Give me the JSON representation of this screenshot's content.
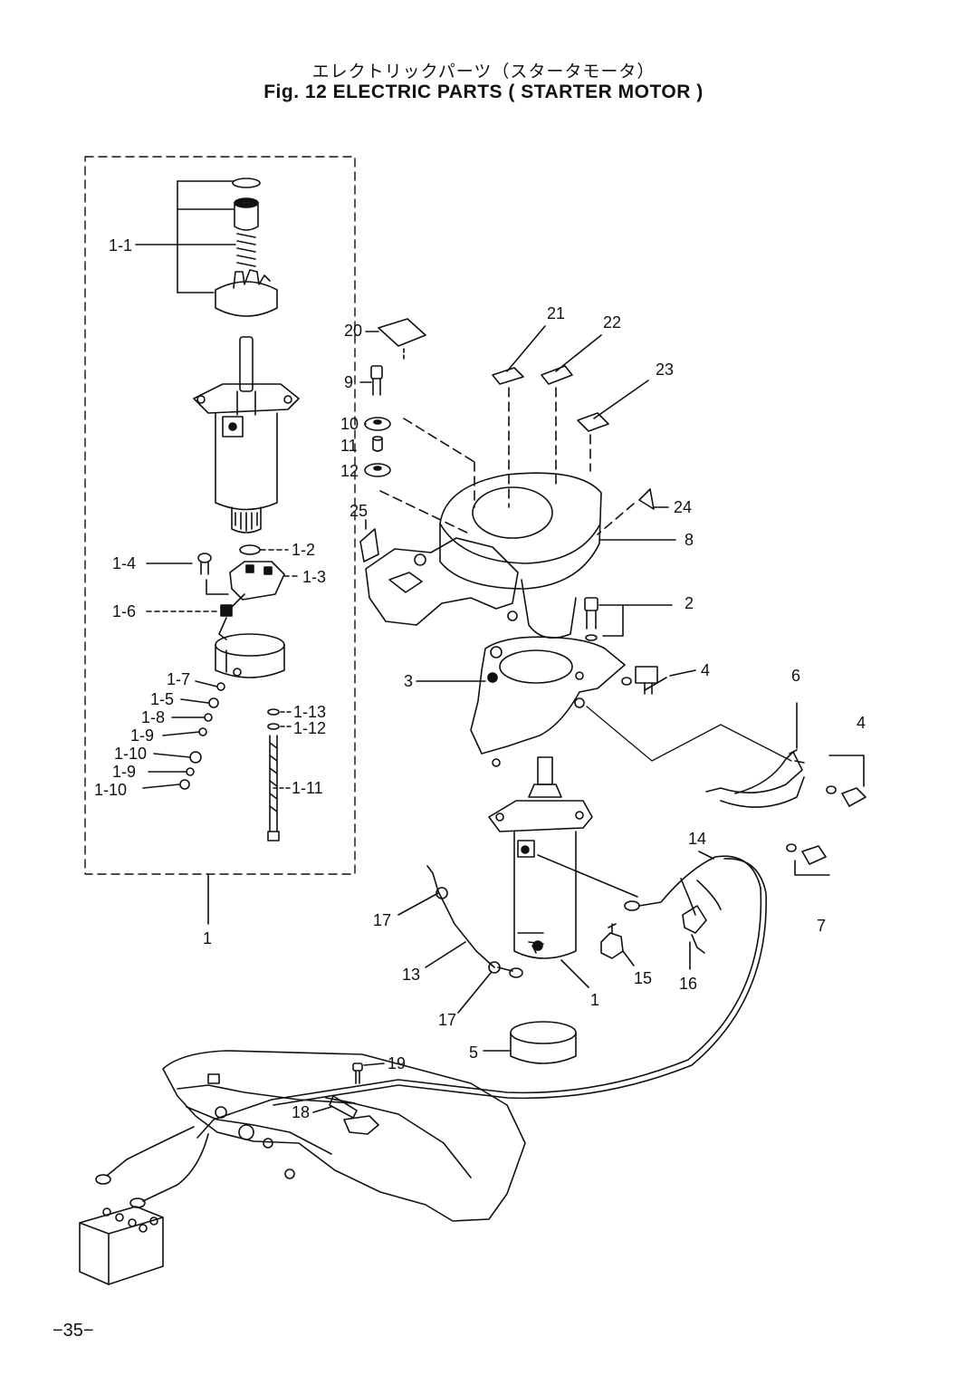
{
  "title_jp": "エレクトリックパーツ（スタータモータ）",
  "title_en": "Fig. 12   ELECTRIC PARTS ( STARTER MOTOR )",
  "page_number": "−35−",
  "callouts": {
    "c1_1": "1-1",
    "c1_2": "1-2",
    "c1_3": "1-3",
    "c1_4": "1-4",
    "c1_5": "1-5",
    "c1_6": "1-6",
    "c1_7": "1-7",
    "c1_8": "1-8",
    "c1_9a": "1-9",
    "c1_9b": "1-9",
    "c1_10a": "1-10",
    "c1_10b": "1-10",
    "c1_11": "1-11",
    "c1_12": "1-12",
    "c1_13": "1-13",
    "c1_group": "1",
    "c1_motor": "1",
    "c2": "2",
    "c3": "3",
    "c4a": "4",
    "c4b": "4",
    "c5": "5",
    "c6": "6",
    "c7": "7",
    "c8": "8",
    "c9": "9",
    "c10": "10",
    "c11": "11",
    "c12": "12",
    "c13": "13",
    "c14": "14",
    "c15": "15",
    "c16": "16",
    "c17a": "17",
    "c17b": "17",
    "c18": "18",
    "c19": "19",
    "c20": "20",
    "c21": "21",
    "c22": "22",
    "c23": "23",
    "c24": "24",
    "c25": "25"
  }
}
